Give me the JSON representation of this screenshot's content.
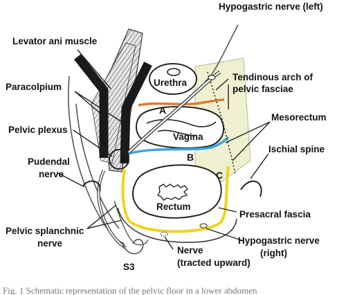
{
  "labels": {
    "hypogastric_left": "Hypogastric nerve (left)",
    "levator_ani": "Levator ani muscle",
    "urethra": "Urethra",
    "tendinous_arch_1": "Tendinous arch of",
    "tendinous_arch_2": "pelvic fasciae",
    "paracolpium": "Paracolpium",
    "mesorectum": "Mesorectum",
    "vagina": "Vagina",
    "pelvic_plexus": "Pelvic plexus",
    "ischial_spine": "Ischial spine",
    "pudendal_1": "Pudendal",
    "pudendal_2": "nerve",
    "rectum": "Rectum",
    "presacral_fascia": "Presacral fascia",
    "splanchnic_1": "Pelvic splanchnic",
    "splanchnic_2": "nerve",
    "hypogastric_right_1": "Hypogastric nerve",
    "hypogastric_right_2": "(right)",
    "nerve_tracted_1": "Nerve",
    "nerve_tracted_2": "(tracted upward)",
    "s3": "S3"
  },
  "planes": {
    "a": "A",
    "b": "B",
    "c": "C"
  },
  "caption": "Fig. 1  Schematic representation of the pelvic floor in a lower abdomen",
  "colors": {
    "plane_a": "#e07b2a",
    "plane_b": "#3aa6dd",
    "plane_c": "#f2d31b",
    "mesorectum_fill": "#eef0cf",
    "muscle": "#1a1a1a"
  }
}
